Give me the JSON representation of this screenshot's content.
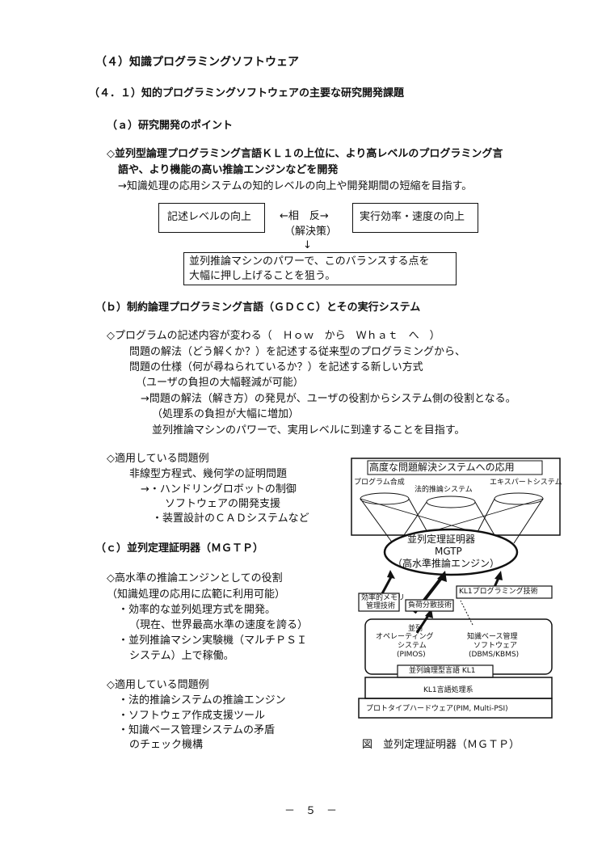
{
  "heading_main": "（４）知識プログラミングソフトウェア",
  "heading_sub": "（４．１）知的プログラミングソフトウェアの主要な研究開発課題",
  "sec_a": {
    "title": "（ａ）研究開発のポイント",
    "p1": "◇並列型論理プログラミング言語ＫＬ１の上位に、より高レベルのプログラミング言",
    "p2": "語や、より機能の高い推論エンジンなどを開発",
    "p3": "→知識処理の応用システムの知的レベルの向上や開発期間の短縮を目指す。",
    "box_left": "記述レベルの向上",
    "tradeoff": "←相　反→",
    "solution": "（解決策）",
    "down_arrow": "↓",
    "box_right": "実行効率・速度の向上",
    "box_bottom_1": "並列推論マシンのパワーで、このバランスする点を",
    "box_bottom_2": "大幅に押し上げることを狙う。"
  },
  "sec_b": {
    "title": "（ｂ）制約論理プログラミング言語（ＧＤＣＣ）とその実行システム",
    "l1": "◇プログラムの記述内容が変わる（　Ｈｏｗ　から　Ｗｈａｔ　へ　）",
    "l2": "問題の解法（どう解くか？）を記述する従来型のプログラミングから、",
    "l3": "問題の仕様（何が尋ねられているか？）を記述する新しい方式",
    "l4": "（ユーザの負担の大幅軽減が可能）",
    "l5": "→問題の解法（解き方）の発見が、ユーザの役割からシステム側の役割となる。",
    "l6": "（処理系の負担が大幅に増加）",
    "l7": "並列推論マシンのパワーで、実用レベルに到達することを目指す。",
    "ex_title": "◇適用している問題例",
    "ex1": "非線型方程式、幾何学の証明問題",
    "ex2": "→・ハンドリングロボットの制御",
    "ex3": "ソフトウェアの開発支援",
    "ex4": "・装置設計のＣＡＤシステムなど"
  },
  "sec_c": {
    "title": "（ｃ）並列定理証明器（ＭＧＴＰ）",
    "l1": "◇高水準の推論エンジンとしての役割",
    "l2": "（知識処理の応用に広範に利用可能）",
    "l3": "・効率的な並列処理方式を開発。",
    "l4": "（現在、世界最高水準の速度を誇る）",
    "l5": "・並列推論マシン実験機（マルチＰＳＩ",
    "l6": "システム）上で稼働。",
    "ex_title": "◇適用している問題例",
    "ex1": "・法的推論システムの推論エンジン",
    "ex2": "・ソフトウェア作成支援ツール",
    "ex3": "・知識ベース管理システムの矛盾",
    "ex4": "のチェック機構"
  },
  "diagram": {
    "top_title": "高度な問題解決システムへの応用",
    "app1": "プログラム合成",
    "app2": "法的推論システム",
    "app3": "エキスパートシステム",
    "core1": "並列定理証明器",
    "core2": "MGTP",
    "core3": "（高水準推論エンジン）",
    "tech1a": "効率的メモリ",
    "tech1b": "管理技術",
    "tech2": "負荷分散技術",
    "tech3": "KL1プログラミング技術",
    "os1": "並列",
    "os2": "オペレーティング",
    "os3": "システム",
    "os4": "(PIMOS)",
    "kb1": "知識ベース管理",
    "kb2": "ソフトウェア",
    "kb3": "(DBMS/KBMS)",
    "lang": "並列論理型言語 KL1",
    "proc": "KL1言語処理系",
    "hw": "プロトタイプハードウェア(PIM, Multi-PSI)",
    "caption": "図　並列定理証明器（ＭＧＴＰ）"
  },
  "page_number": "－　５　－"
}
